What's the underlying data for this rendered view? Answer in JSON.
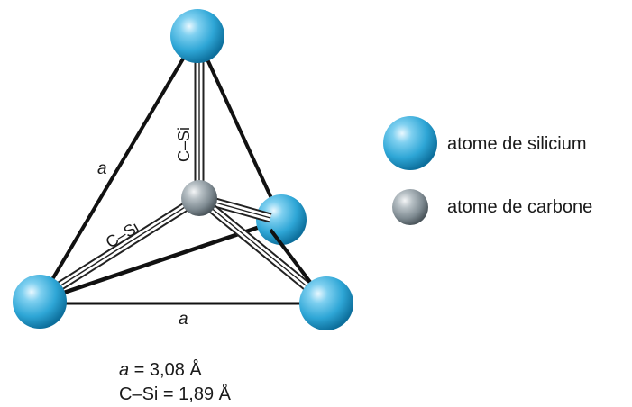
{
  "diagram": {
    "edge_label_left": "a",
    "edge_label_bottom": "a",
    "bond_label_vertical": "C–Si",
    "bond_label_diagonal": "C–Si"
  },
  "legend": {
    "silicon_label": "atome de silicium",
    "carbon_label": "atome de carbone"
  },
  "caption": {
    "line1_var": "a",
    "line1_value": " = 3,08 Å",
    "line2": "C–Si = 1,89 Å"
  },
  "colors": {
    "silicon": "#2fa8d8",
    "carbon": "#8a959c",
    "edge": "#111111"
  }
}
